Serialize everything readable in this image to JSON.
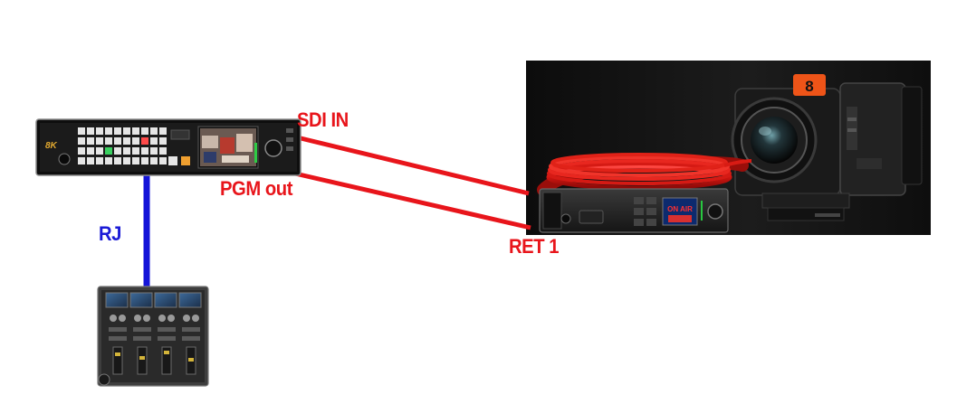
{
  "labels": {
    "sdi_in": "SDI IN",
    "pgm_out": "PGM out",
    "rj": "RJ",
    "ret1": "RET 1"
  },
  "switcher": {
    "badge": "8K"
  },
  "converter": {
    "on_air": "ON AIR"
  },
  "camera": {
    "tally_number": "8"
  },
  "colors": {
    "sdi_cable": "#e8151b",
    "rj_cable": "#1414d8",
    "label_red": "#e8151b",
    "label_blue": "#1a1ad6"
  }
}
